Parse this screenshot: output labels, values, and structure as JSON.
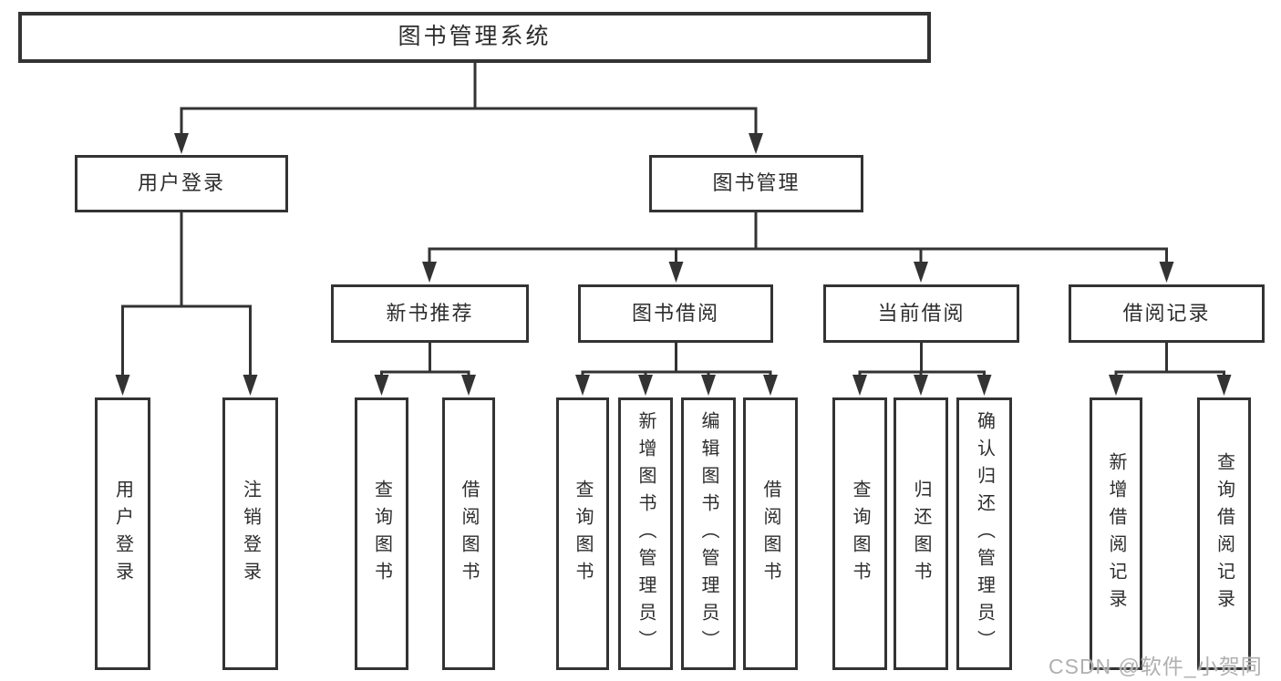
{
  "diagram_type": "hierarchy-tree",
  "colors": {
    "line": "#333333",
    "text": "#2d2d2d",
    "box_background": "#ffffff",
    "page_background": "#ffffff",
    "watermark": "#b0b0b0"
  },
  "watermark": {
    "text": "CSDN @软件_小贺同学"
  },
  "tree": {
    "root": {
      "label": "图书管理系统"
    },
    "level2": [
      {
        "label": "用户登录"
      },
      {
        "label": "图书管理"
      }
    ],
    "level3": [
      {
        "label": "新书推荐"
      },
      {
        "label": "图书借阅"
      },
      {
        "label": "当前借阅"
      },
      {
        "label": "借阅记录"
      }
    ],
    "leaves": {
      "user_login": [
        "用户登录",
        "注销登录"
      ],
      "new_book": [
        "查询图书",
        "借阅图书"
      ],
      "book_borrow": [
        "查询图书",
        "新增图书（管理员）",
        "编辑图书（管理员）",
        "借阅图书"
      ],
      "current_borrow": [
        "查询图书",
        "归还图书",
        "确认归还（管理员）"
      ],
      "borrow_records": [
        "新增借阅记录",
        "查询借阅记录"
      ]
    }
  }
}
